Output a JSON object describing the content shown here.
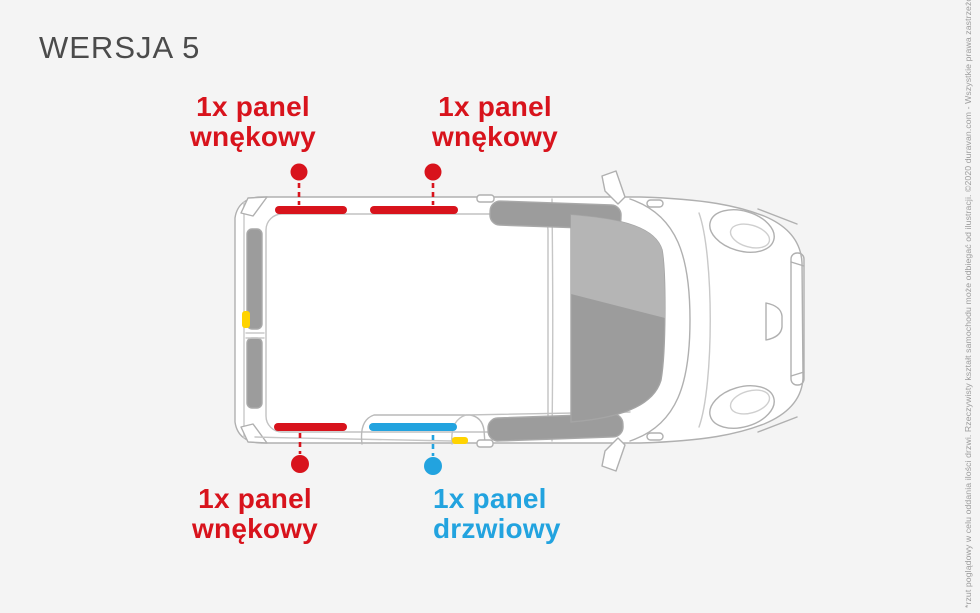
{
  "title": "WERSJA 5",
  "colors": {
    "red": "#d8131c",
    "blue": "#22a3df",
    "yellow": "#ffd300"
  },
  "labels": {
    "top_left": {
      "line1": "1x panel",
      "line2": "wnękowy"
    },
    "top_right": {
      "line1": "1x panel",
      "line2": "wnękowy"
    },
    "bottom_left": {
      "line1": "1x panel",
      "line2": "wnękowy"
    },
    "bottom_right": {
      "line1": "1x panel",
      "line2": "drzwiowy"
    }
  },
  "footnote": "*rzut poglądowy w celu oddania ilości drzwi. Rzeczywisty kształt samochodu może odbiegać od ilustracji. ©2020 duravan.com - Wszystkie prawa zastrzeżone."
}
